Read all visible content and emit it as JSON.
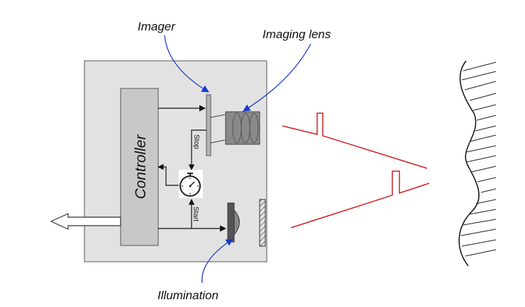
{
  "labels": {
    "imager": "Imager",
    "imaging_lens": "Imaging lens",
    "controller": "Controller",
    "stop": "Stop",
    "start": "Start",
    "illumination": "Illumination"
  },
  "colors": {
    "housing": "#e2e2e2",
    "controller": "#c8c8c8",
    "lens": "#8a8a8a",
    "pulse": "#cc2222",
    "callout_arrow": "#1a3cc8"
  }
}
